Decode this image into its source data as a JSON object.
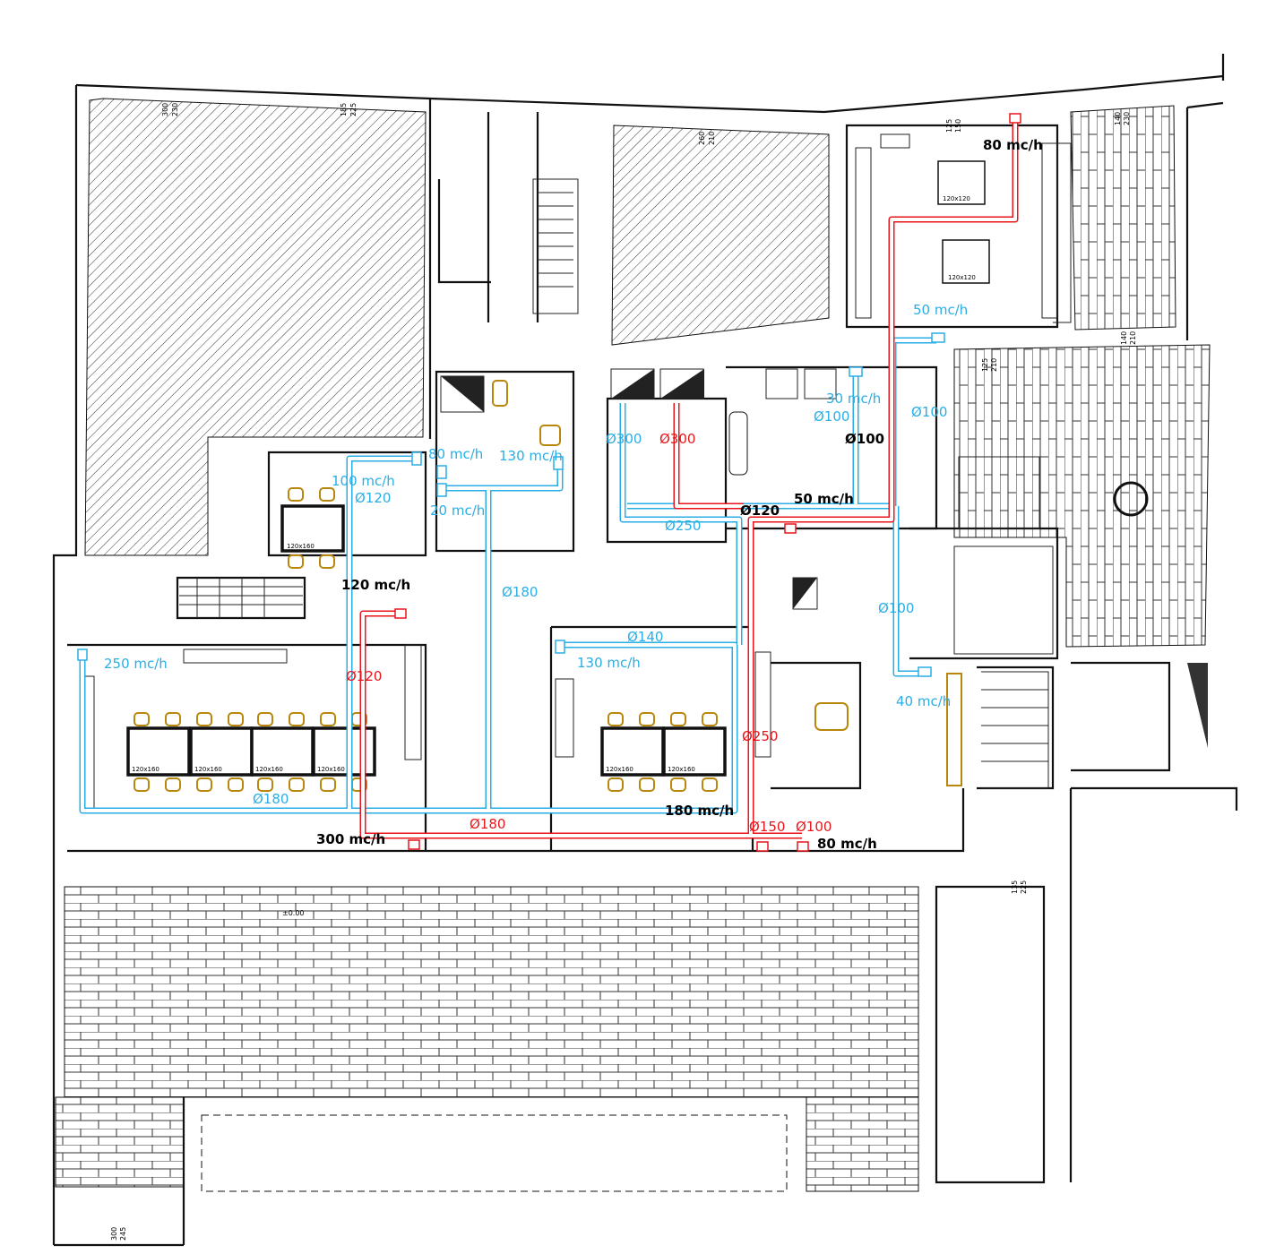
{
  "colors": {
    "supply_duct": "#29aee6",
    "extract_duct": "#e8151b",
    "furniture": "#b8870b",
    "walls": "#111111"
  },
  "labels": {
    "black": [
      "80 mc/h",
      "Ø100",
      "Ø120",
      "50 mc/h",
      "120 mc/h",
      "300 mc/h",
      "180 mc/h",
      "80 mc/h"
    ],
    "cyan": [
      "50 mc/h",
      "30 mc/h",
      "Ø100",
      "Ø100",
      "Ø300",
      "Ø250",
      "80 mc/h",
      "130 mc/h",
      "100 mc/h",
      "Ø120",
      "20 mc/h",
      "Ø180",
      "Ø100",
      "250 mc/h",
      "Ø140",
      "130 mc/h",
      "40 mc/h",
      "Ø180"
    ],
    "red": [
      "Ø300",
      "Ø120",
      "Ø250",
      "Ø180",
      "Ø150",
      "Ø100"
    ]
  },
  "tables": {
    "small": "120x120",
    "dining": "120x160"
  },
  "dimensions": [
    "300",
    "230",
    "185",
    "225",
    "260",
    "210",
    "125",
    "150",
    "140",
    "230",
    "140",
    "210",
    "125",
    "210",
    "135",
    "225",
    "300",
    "245",
    "±0.00"
  ]
}
